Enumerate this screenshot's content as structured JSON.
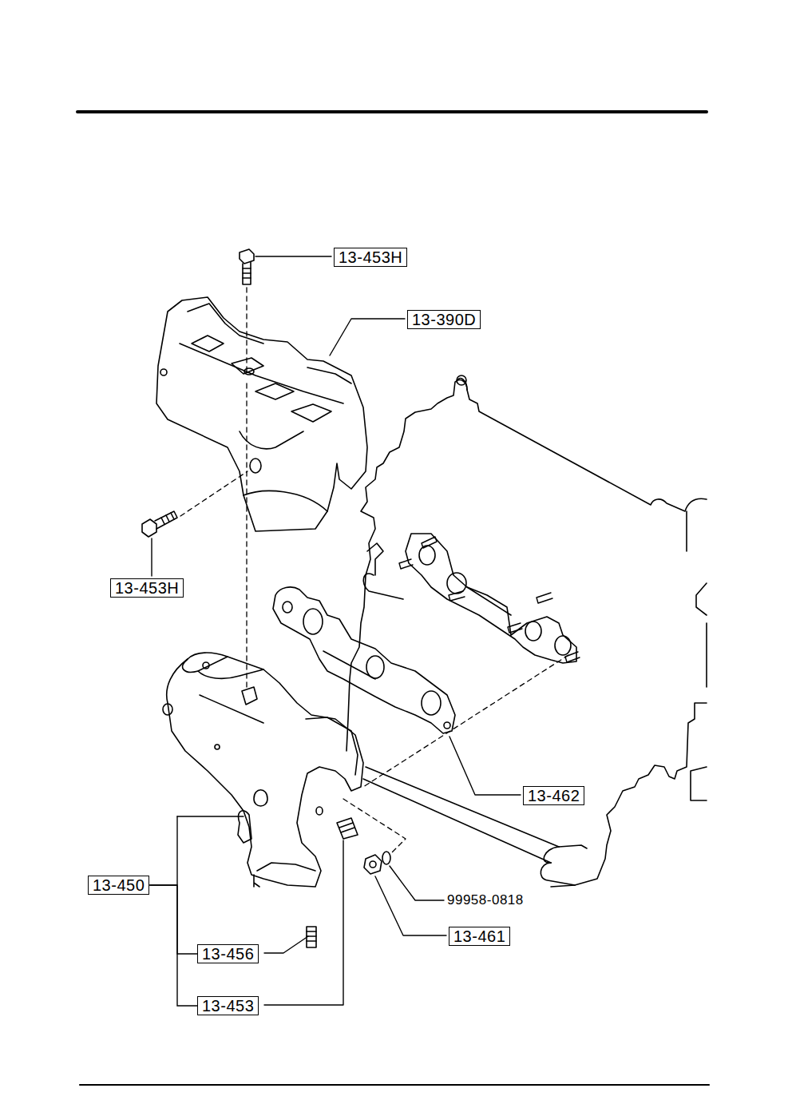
{
  "diagram": {
    "nodes": [
      {
        "text": [
          "13-453H"
        ]
      },
      {
        "text": [
          "13-390D"
        ]
      },
      {
        "text": [
          "13-453H"
        ]
      },
      {
        "text": [
          "13-462"
        ]
      },
      {
        "text": [
          "13-450"
        ]
      },
      {
        "text": [
          "13-461"
        ]
      },
      {
        "text": [
          "13-456"
        ]
      },
      {
        "text": [
          "13-453"
        ]
      }
    ],
    "edges": [
      {
        "from": 4,
        "to": 6,
        "arrow": "none"
      },
      {
        "from": 4,
        "to": 7,
        "arrow": "none"
      }
    ],
    "labels": [
      "99958-0818"
    ]
  }
}
